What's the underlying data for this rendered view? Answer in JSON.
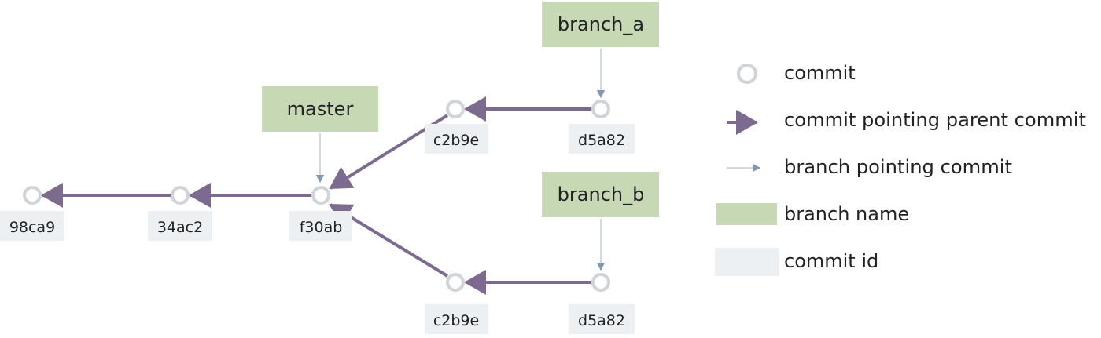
{
  "colors": {
    "branch_box": "#c7d8b5",
    "commit_box": "#edf0f3",
    "commit_circle": "#d0d4d9",
    "parent_arrow": "#7d6a8f",
    "branch_arrow": "#8098b3"
  },
  "branches": [
    {
      "id": "master",
      "name": "master"
    },
    {
      "id": "branch_a",
      "name": "branch_a"
    },
    {
      "id": "branch_b",
      "name": "branch_b"
    }
  ],
  "commits": [
    {
      "id": "c1",
      "label": "98ca9"
    },
    {
      "id": "c2",
      "label": "34ac2"
    },
    {
      "id": "c3",
      "label": "f30ab"
    },
    {
      "id": "c4",
      "label": "c2b9e"
    },
    {
      "id": "c5",
      "label": "d5a82"
    },
    {
      "id": "c6",
      "label": "c2b9e"
    },
    {
      "id": "c7",
      "label": "d5a82"
    }
  ],
  "legend": {
    "commit": "commit",
    "parent_pointer": "commit pointing parent commit",
    "branch_pointer": "branch pointing commit",
    "branch_name": "branch name",
    "commit_id": "commit id"
  }
}
